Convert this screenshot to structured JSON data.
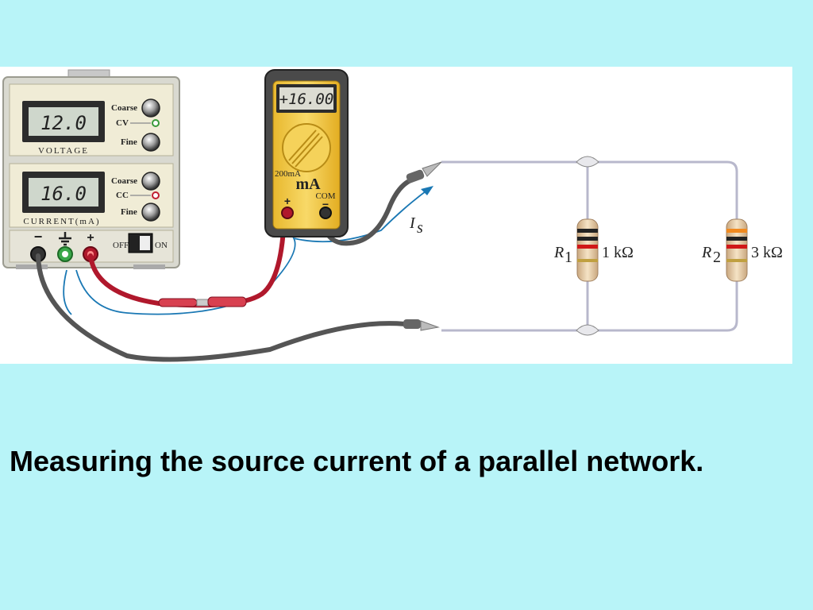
{
  "supply": {
    "voltage_display": "12.0",
    "current_display": "16.0",
    "voltage_label": "VOLTAGE",
    "current_label": "CURRENT(mA)",
    "coarse_label": "Coarse",
    "fine_label": "Fine",
    "cv_label": "CV",
    "cc_label": "CC",
    "minus_label": "−",
    "plus_label": "+",
    "off_label": "OFF",
    "on_label": "ON"
  },
  "meter": {
    "display": "+16.00",
    "range_label": "200mA",
    "unit_label": "mA",
    "com_label": "COM",
    "plus_label": "+",
    "minus_label": "−"
  },
  "circuit": {
    "current_symbol": "I",
    "current_subscript": "s",
    "r1_name": "R",
    "r1_sub": "1",
    "r1_value": "1 kΩ",
    "r2_name": "R",
    "r2_sub": "2",
    "r2_value": "3 kΩ"
  },
  "caption": "Measuring the source current of a parallel network.",
  "colors": {
    "background": "#b8f4f8",
    "lead_red": "#b0182c",
    "lead_gray": "#555555",
    "meter_body": "#f2c744",
    "arrow": "#1a78b4"
  }
}
